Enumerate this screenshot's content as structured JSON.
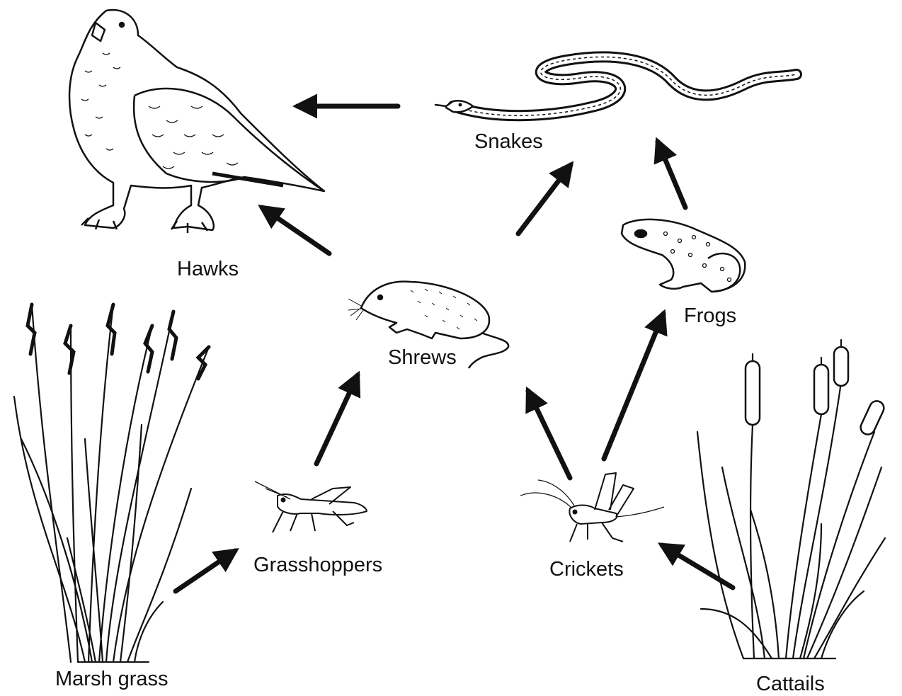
{
  "organisms": {
    "hawks": "Hawks",
    "snakes": "Snakes",
    "frogs": "Frogs",
    "shrews": "Shrews",
    "grasshoppers": "Grasshoppers",
    "crickets": "Crickets",
    "marsh_grass": "Marsh grass",
    "cattails": "Cattails"
  },
  "arrows": [
    {
      "from": "Marsh grass",
      "to": "Grasshoppers"
    },
    {
      "from": "Cattails",
      "to": "Crickets"
    },
    {
      "from": "Grasshoppers",
      "to": "Shrews"
    },
    {
      "from": "Crickets",
      "to": "Shrews"
    },
    {
      "from": "Crickets",
      "to": "Frogs"
    },
    {
      "from": "Shrews",
      "to": "Hawks"
    },
    {
      "from": "Shrews",
      "to": "Snakes"
    },
    {
      "from": "Frogs",
      "to": "Snakes"
    },
    {
      "from": "Snakes",
      "to": "Hawks"
    }
  ],
  "colors": {
    "ink": "#111111",
    "background": "#ffffff"
  }
}
